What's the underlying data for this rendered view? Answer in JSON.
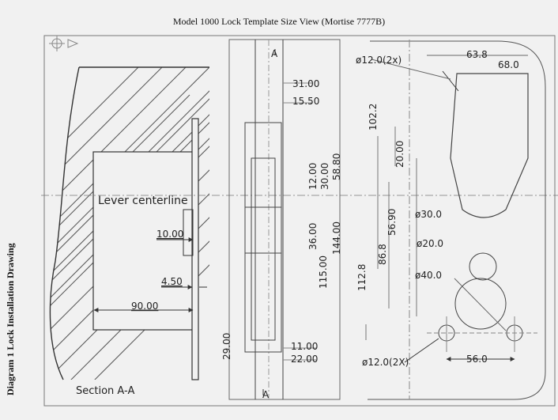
{
  "title": "Model 1000 Lock Template Size View (Mortise 7777B)",
  "side_caption": "Diagram 1   Lock Installation Drawing",
  "section_view": {
    "lever_centerline": "Lever centerline",
    "dim_10": "10.00",
    "dim_4_5": "4.50",
    "dim_90": "90.00",
    "section_label": "Section A-A"
  },
  "edge_view": {
    "marker_top": "A",
    "marker_bottom": "A",
    "dim_31": "31.00",
    "dim_15_5": "15.50",
    "dim_58_8": "58.80",
    "dim_30": "30.00",
    "dim_12": "12.00",
    "dim_36": "36.00",
    "dim_144": "144.00",
    "dim_115": "115.00",
    "dim_29": "29.00",
    "dim_11": "11.00",
    "dim_22": "22.00"
  },
  "front_view": {
    "hole_top": "ø12.0(2x)",
    "dim_63_8": "63.8",
    "dim_68": "68.0",
    "dim_102_2": "102.2",
    "dim_20": "20.00",
    "dim_30_dia": "ø30.0",
    "dim_56_9": "56.90",
    "dim_86_8": "86.8",
    "dim_20_dia": "ø20.0",
    "dim_112_8": "112.8",
    "dim_40_dia": "ø40.0",
    "hole_bottom": "ø12.0(2X)",
    "dim_56": "56.0"
  },
  "colors": {
    "line": "#3a3a3a",
    "paper": "#f1f1f1"
  }
}
